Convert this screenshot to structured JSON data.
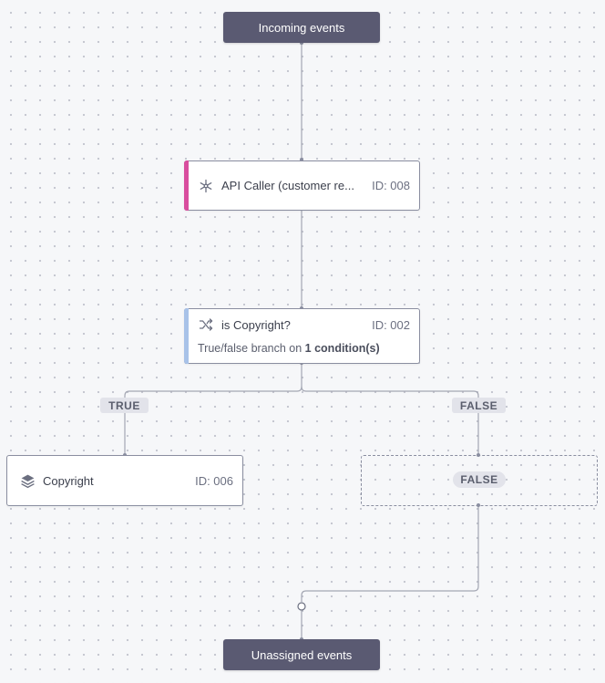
{
  "terminals": {
    "incoming": "Incoming events",
    "unassigned": "Unassigned events"
  },
  "nodes": {
    "api_caller": {
      "title": "API Caller (customer re...",
      "id": "ID: 008",
      "icon": "network-hub-icon",
      "accent": "#d94d9e"
    },
    "condition": {
      "title": "is Copyright?",
      "id": "ID: 002",
      "icon": "shuffle-icon",
      "accent": "#a8c2e8",
      "description_prefix": "True/false branch on ",
      "description_bold": "1 condition(s)"
    },
    "copyright": {
      "title": "Copyright",
      "id": "ID: 006",
      "icon": "layers-icon"
    }
  },
  "branches": {
    "true_label": "TRUE",
    "false_label": "FALSE",
    "false_placeholder": "FALSE"
  },
  "colors": {
    "terminal_bg": "#5a5a72",
    "edge": "#9a9eab",
    "api_accent": "#d94d9e",
    "condition_accent": "#a8c2e8"
  }
}
